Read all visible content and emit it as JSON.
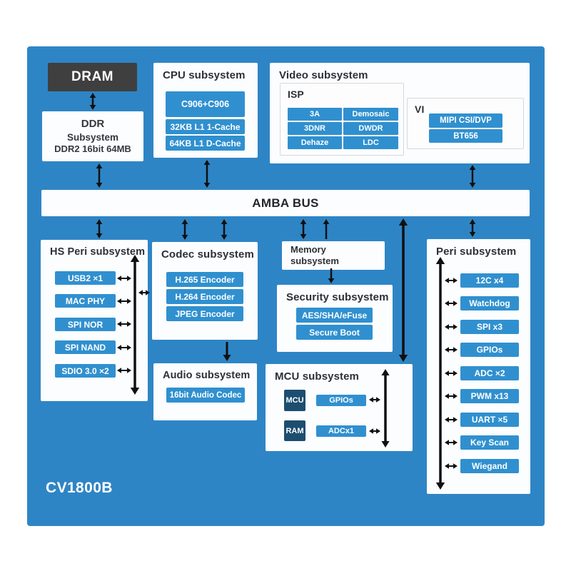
{
  "chip": {
    "name": "CV1800B"
  },
  "dram": {
    "label": "DRAM"
  },
  "ddr": {
    "line1": "DDR",
    "line2": "Subsystem",
    "line3": "DDR2 16bit 64MB"
  },
  "cpu": {
    "title": "CPU subsystem",
    "items": [
      "C906+C906",
      "32KB L1 1-Cache",
      "64KB L1 D-Cache"
    ]
  },
  "video": {
    "title": "Video subsystem",
    "isp": {
      "title": "ISP",
      "cells": [
        "3A",
        "Demosaic",
        "3DNR",
        "DWDR",
        "Dehaze",
        "LDC"
      ]
    },
    "vi": {
      "title": "VI",
      "items": [
        "MIPI CSI/DVP",
        "BT656"
      ]
    }
  },
  "bus": {
    "label": "AMBA BUS"
  },
  "hs_peri": {
    "title": "HS Peri subsystem",
    "items": [
      "USB2 ×1",
      "MAC PHY",
      "SPI NOR",
      "SPI NAND",
      "SDIO 3.0 ×2"
    ]
  },
  "codec": {
    "title": "Codec subsystem",
    "items": [
      "H.265 Encoder",
      "H.264 Encoder",
      "JPEG Encoder"
    ]
  },
  "audio": {
    "title": "Audio subsystem",
    "items": [
      "16bit Audio Codec"
    ]
  },
  "memory": {
    "title": "Memory subsystem"
  },
  "security": {
    "title": "Security subsystem",
    "items": [
      "AES/SHA/eFuse",
      "Secure Boot"
    ]
  },
  "mcu": {
    "title": "MCU subsystem",
    "blocks": [
      "MCU",
      "RAM"
    ],
    "items": [
      "GPIOs",
      "ADCx1"
    ]
  },
  "peri": {
    "title": "Peri subsystem",
    "items": [
      "12C x4",
      "Watchdog",
      "SPI x3",
      "GPIOs",
      "ADC ×2",
      "PWM x13",
      "UART ×5",
      "Key Scan",
      "Wiegand"
    ]
  },
  "colors": {
    "panel": "#2e85c5",
    "block": "#3090cf",
    "dram": "#3f3f3f",
    "navy": "#1d4e70"
  }
}
